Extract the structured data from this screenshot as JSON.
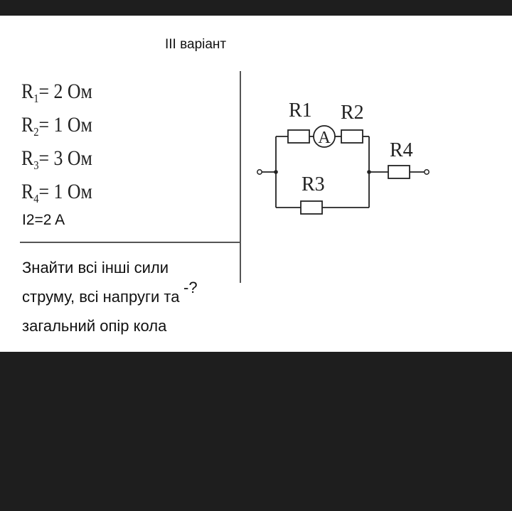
{
  "title": "III варіант",
  "given": [
    {
      "sym": "R",
      "idx": "1",
      "val": "= 2 Ом"
    },
    {
      "sym": "R",
      "idx": "2",
      "val": "= 1 Ом"
    },
    {
      "sym": "R",
      "idx": "3",
      "val": "= 3 Ом"
    },
    {
      "sym": "R",
      "idx": "4",
      "val": "= 1 Ом"
    }
  ],
  "current_given": "I2=2 A",
  "task": {
    "line1": "Знайти всі інші сили",
    "line2": "струму, всі напруги та",
    "line3": "загальний опір кола",
    "question_mark": "-?"
  },
  "circuit": {
    "r1_label": "R1",
    "r2_label": "R2",
    "r3_label": "R3",
    "r4_label": "R4",
    "ammeter_label": "A"
  }
}
